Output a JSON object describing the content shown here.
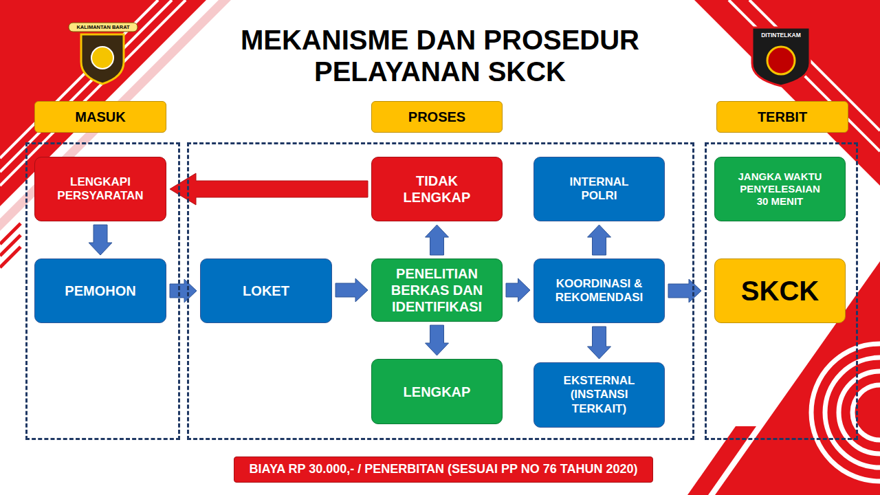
{
  "diagram": {
    "title": "MEKANISME DAN PROSEDUR PELAYANAN SKCK",
    "nodes": [
      {
        "text": [
          "MASUK"
        ]
      },
      {
        "text": [
          "LENGKAPI PERSYARATAN"
        ],
        "in": 0
      },
      {
        "text": [
          "PEMOHON"
        ],
        "in": 0
      },
      {
        "text": [
          "PROSES"
        ]
      },
      {
        "text": [
          "LOKET"
        ],
        "in": 3
      },
      {
        "text": [
          "TIDAK LENGKAP"
        ],
        "in": 3
      },
      {
        "text": [
          "PENELITIAN BERKAS DAN IDENTIFIKASI"
        ],
        "in": 3
      },
      {
        "text": [
          "LENGKAP"
        ],
        "in": 3
      },
      {
        "text": [
          "INTERNAL POLRI"
        ],
        "in": 3
      },
      {
        "text": [
          "KOORDINASI & REKOMENDASI"
        ],
        "in": 3
      },
      {
        "text": [
          "EKSTERNAL (INSTANSI TERKAIT)"
        ],
        "in": 3
      },
      {
        "text": [
          "TERBIT"
        ]
      },
      {
        "text": [
          "JANGKA WAKTU PENYELESAIAN 30 MENIT"
        ],
        "in": 11
      },
      {
        "text": [
          "SKCK"
        ],
        "in": 11
      },
      {
        "text": [
          "BIAYA RP 30.000,- / PENERBITAN (SESUAI PP NO 76 TAHUN 2020)"
        ]
      }
    ],
    "edges": [
      {
        "from": 1,
        "to": 2,
        "arrow": "to"
      },
      {
        "from": 2,
        "to": 4,
        "arrow": "to"
      },
      {
        "from": 5,
        "to": 1,
        "arrow": "to"
      },
      {
        "from": 4,
        "to": 6,
        "arrow": "to"
      },
      {
        "from": 6,
        "to": 5,
        "arrow": "to"
      },
      {
        "from": 6,
        "to": 7,
        "arrow": "to"
      },
      {
        "from": 6,
        "to": 9,
        "arrow": "to"
      },
      {
        "from": 9,
        "to": 8,
        "arrow": "to"
      },
      {
        "from": 9,
        "to": 10,
        "arrow": "to"
      },
      {
        "from": 9,
        "to": 11,
        "arrow": "to"
      }
    ],
    "labels": [
      "KALIMANTAN BARAT",
      "DITINTELKAM"
    ]
  }
}
